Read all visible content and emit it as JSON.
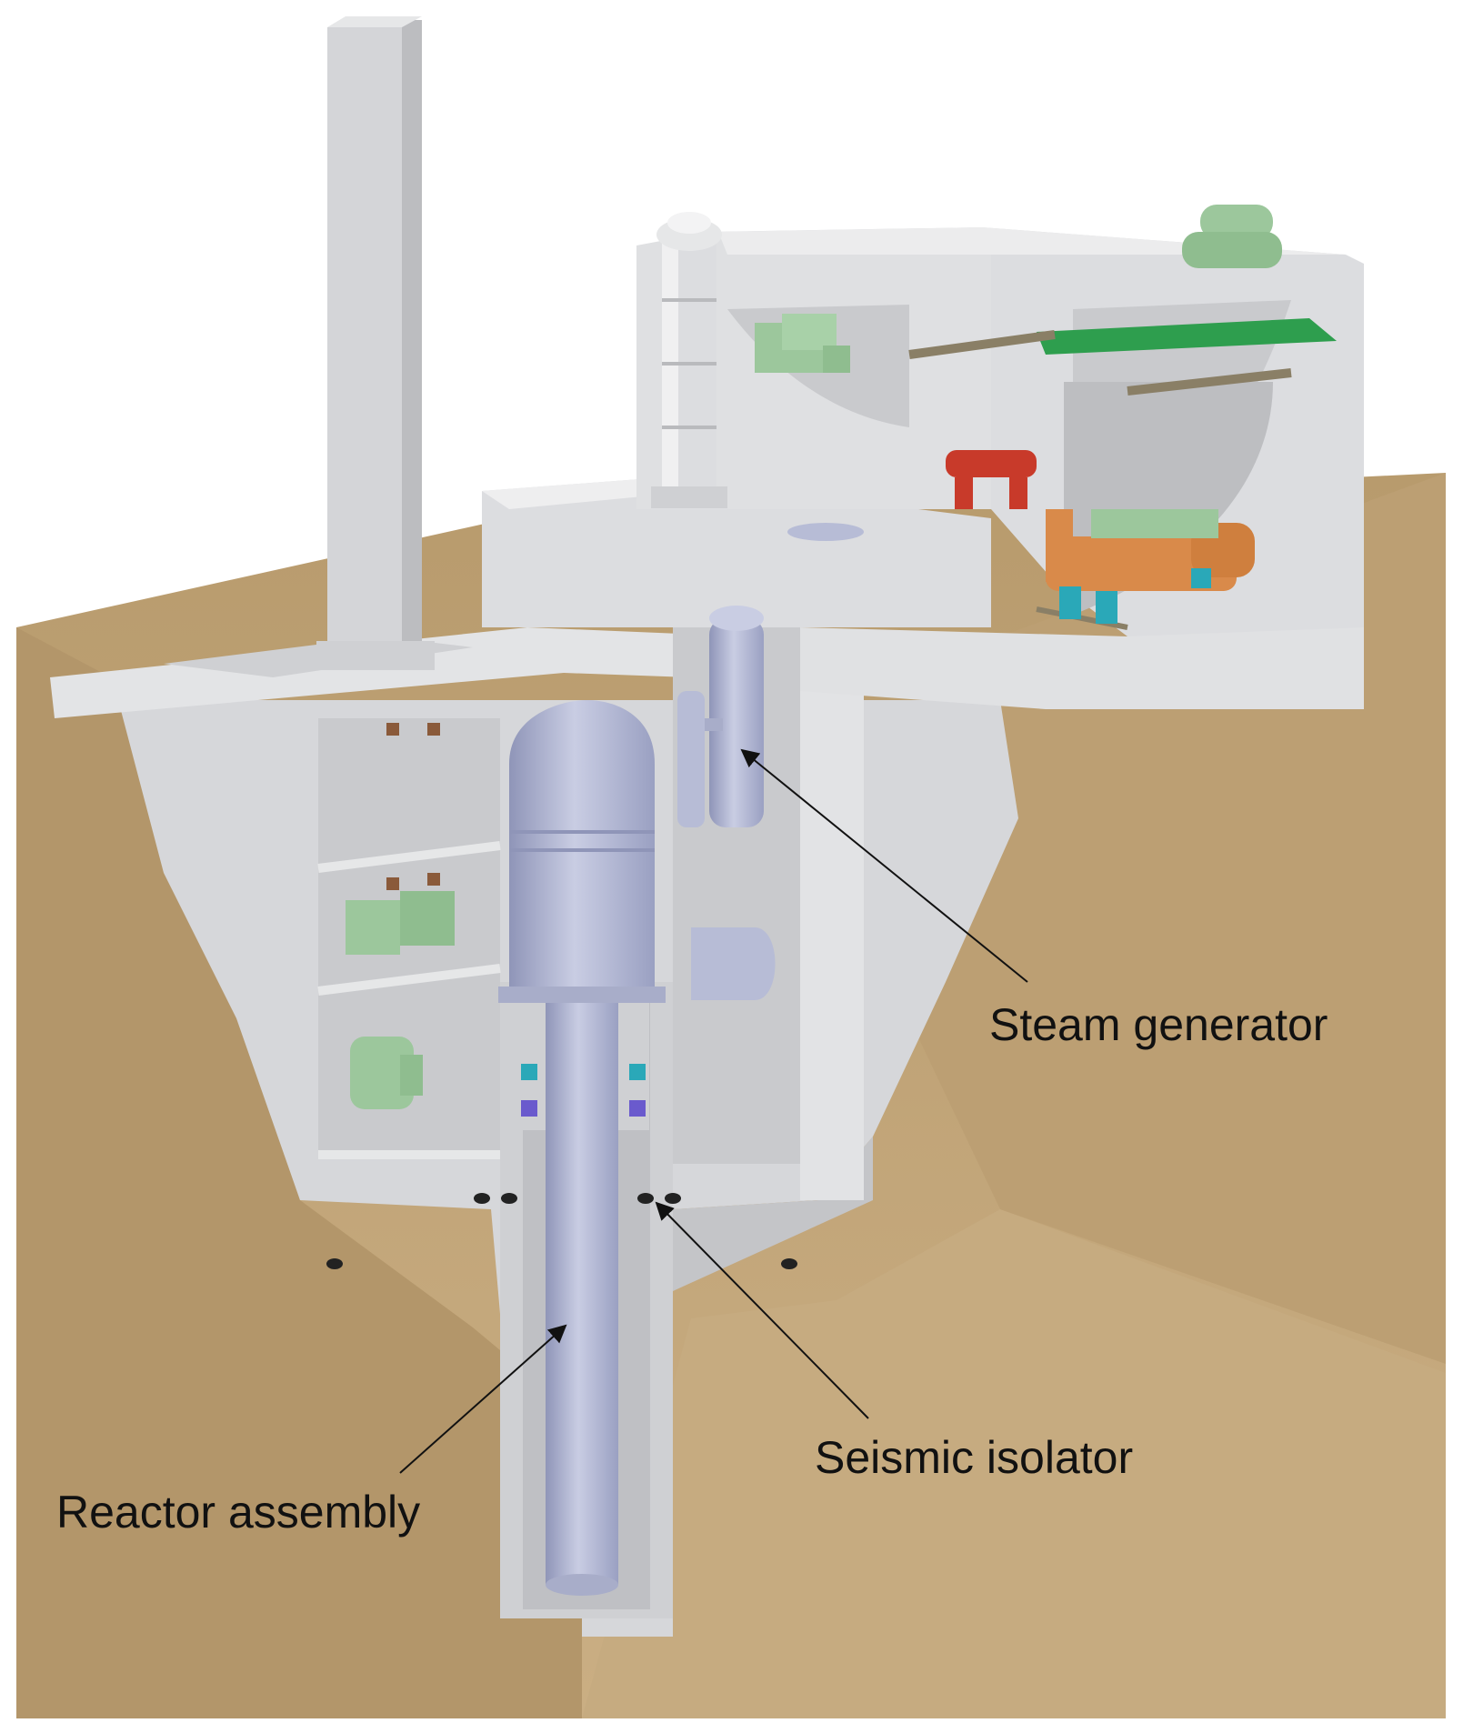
{
  "labels": {
    "steam_generator": "Steam generator",
    "seismic_isolator": "Seismic isolator",
    "reactor_assembly": "Reactor assembly"
  },
  "colors": {
    "background": "#ffffff",
    "soil": "#c2a57a",
    "soil_dark": "#a88c62",
    "concrete": "#d9dadc",
    "concrete_shade": "#bcbdc0",
    "concrete_light": "#e6e7e8",
    "vessel": "#b7bcd6",
    "vessel_dark": "#8f95b8",
    "equipment_green": "#9cc79c",
    "pipe_red": "#c83a2a",
    "turbine_orange": "#d98a4a",
    "pump_teal": "#2aa8b8",
    "arrow": "#111111"
  }
}
